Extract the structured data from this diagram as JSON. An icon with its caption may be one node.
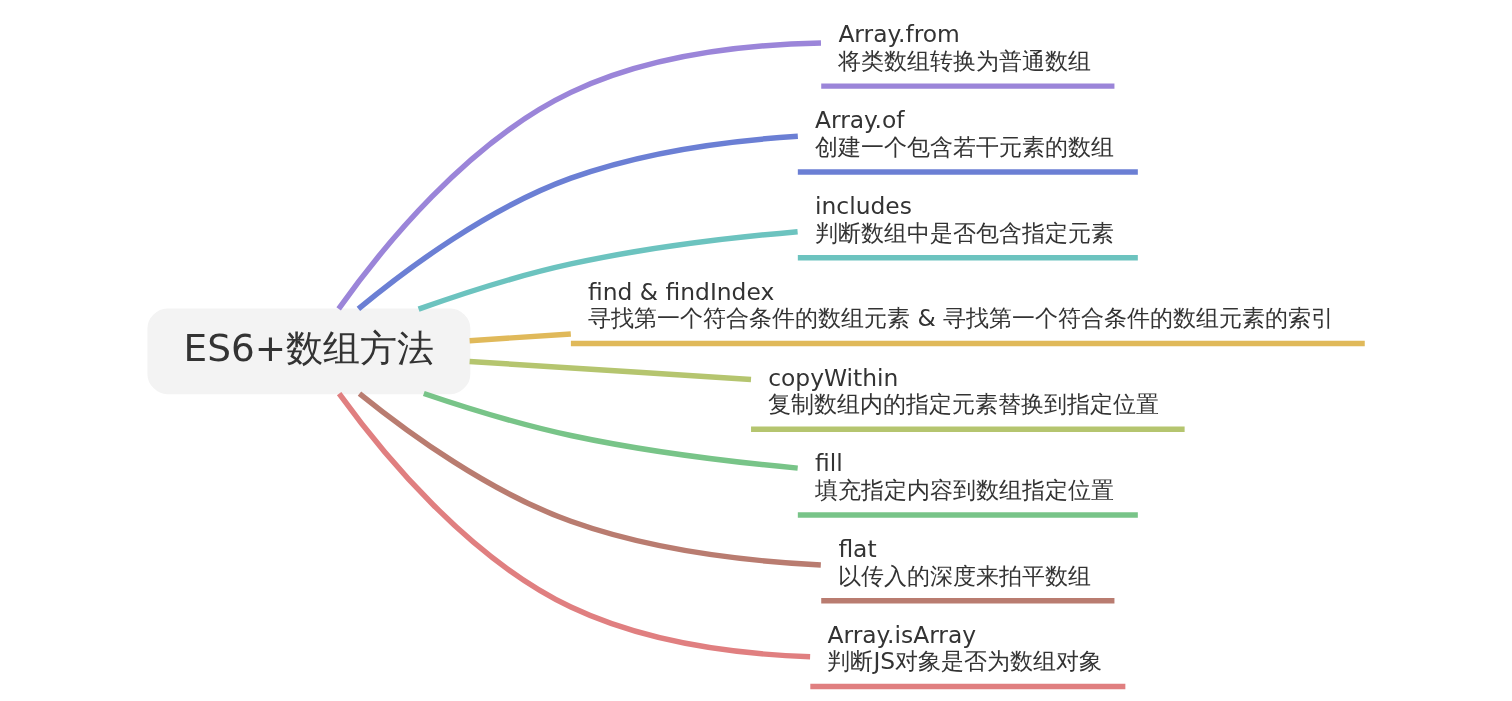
{
  "diagram": {
    "nodes": [
      {
        "text": [
          "ES6+数组方法"
        ]
      },
      {
        "text": [
          "Array.from",
          "将类数组转换为普通数组"
        ]
      },
      {
        "text": [
          "Array.of",
          "创建一个包含若干元素的数组"
        ]
      },
      {
        "text": [
          "includes",
          "判断数组中是否包含指定元素"
        ]
      },
      {
        "text": [
          "find & findIndex",
          "寻找第一个符合条件的数组元素 & 寻找第一个符合条件的数组元素的索引"
        ]
      },
      {
        "text": [
          "copyWithin",
          "复制数组内的指定元素替换到指定位置"
        ]
      },
      {
        "text": [
          "fill",
          "填充指定内容到数组指定位置"
        ]
      },
      {
        "text": [
          "flat",
          "以传入的深度来拍平数组"
        ]
      },
      {
        "text": [
          "Array.isArray",
          "判断JS对象是否为数组对象"
        ]
      }
    ],
    "edges": [
      {
        "from": 0,
        "to": 1,
        "arrow": "none",
        "color": "#9b85d9"
      },
      {
        "from": 0,
        "to": 2,
        "arrow": "none",
        "color": "#6b7fd4"
      },
      {
        "from": 0,
        "to": 3,
        "arrow": "none",
        "color": "#6cc3bf"
      },
      {
        "from": 0,
        "to": 4,
        "arrow": "none",
        "color": "#e0b95a"
      },
      {
        "from": 0,
        "to": 5,
        "arrow": "none",
        "color": "#b5c56f"
      },
      {
        "from": 0,
        "to": 6,
        "arrow": "none",
        "color": "#78c488"
      },
      {
        "from": 0,
        "to": 7,
        "arrow": "none",
        "color": "#b97c70"
      },
      {
        "from": 0,
        "to": 8,
        "arrow": "none",
        "color": "#e07f80"
      }
    ]
  }
}
